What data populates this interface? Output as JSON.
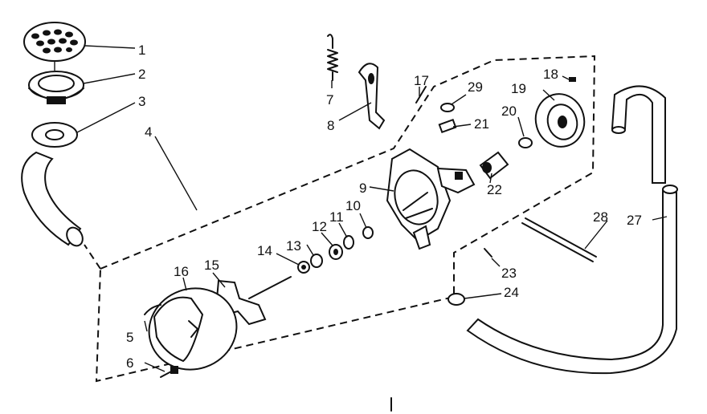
{
  "diagram": {
    "labels": [
      {
        "id": "1",
        "text": "1"
      },
      {
        "id": "2",
        "text": "2"
      },
      {
        "id": "3",
        "text": "3"
      },
      {
        "id": "4",
        "text": "4"
      },
      {
        "id": "5",
        "text": "5"
      },
      {
        "id": "6",
        "text": "6"
      },
      {
        "id": "7",
        "text": "7"
      },
      {
        "id": "8",
        "text": "8"
      },
      {
        "id": "9",
        "text": "9"
      },
      {
        "id": "10",
        "text": "10"
      },
      {
        "id": "11",
        "text": "11"
      },
      {
        "id": "12",
        "text": "12"
      },
      {
        "id": "13",
        "text": "13"
      },
      {
        "id": "14",
        "text": "14"
      },
      {
        "id": "15",
        "text": "15"
      },
      {
        "id": "16",
        "text": "16"
      },
      {
        "id": "17",
        "text": "17"
      },
      {
        "id": "18",
        "text": "18"
      },
      {
        "id": "19",
        "text": "19"
      },
      {
        "id": "20",
        "text": "20"
      },
      {
        "id": "21",
        "text": "21"
      },
      {
        "id": "22",
        "text": "22"
      },
      {
        "id": "23",
        "text": "23"
      },
      {
        "id": "24",
        "text": "24"
      },
      {
        "id": "27",
        "text": "27"
      },
      {
        "id": "28",
        "text": "28"
      },
      {
        "id": "29",
        "text": "29"
      }
    ]
  }
}
